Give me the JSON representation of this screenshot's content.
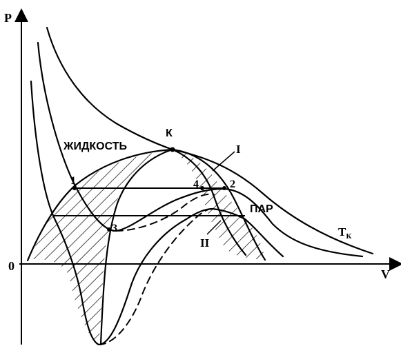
{
  "axes": {
    "y_label": "P",
    "x_label": "V",
    "origin_label": "0"
  },
  "regions": {
    "liquid": "ЖИДКОСТЬ",
    "vapor": "ПАР"
  },
  "points": {
    "critical": "К",
    "p1": "1",
    "p2": "2",
    "p3": "3",
    "p4": "4"
  },
  "curve_labels": {
    "isotherm_critical": "Т",
    "isotherm_critical_sub": "К",
    "region_I": "I",
    "region_II": "II"
  }
}
